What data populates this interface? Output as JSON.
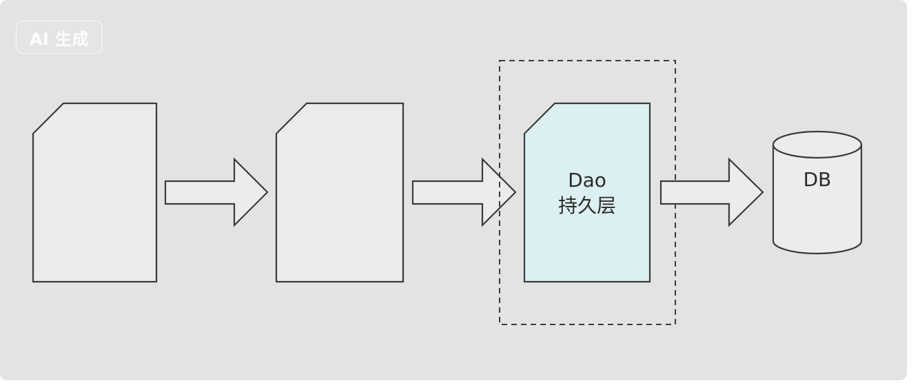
{
  "badge": {
    "text": "AI 生成"
  },
  "nodes": {
    "dao": {
      "line1": "Dao",
      "line2": "持久层"
    },
    "db": {
      "label": "DB"
    }
  },
  "colors": {
    "background": "#e3e3e3",
    "doc_fill": "#ebebeb",
    "dao_fill": "#dceff1",
    "stroke": "#3a3a3a"
  }
}
